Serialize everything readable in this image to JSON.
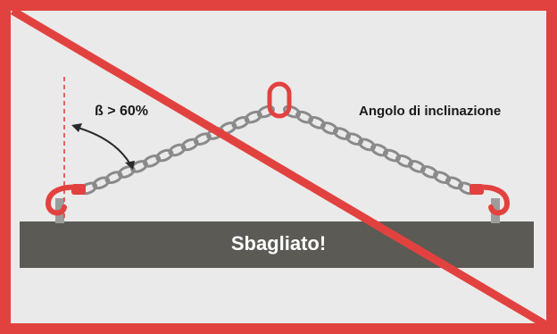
{
  "colors": {
    "frame": "#e2423f",
    "background": "#ebeaea",
    "beam": "#5c5a55",
    "chain": "#8a8a8a",
    "hook": "#e2423f",
    "ring": "#e2423f"
  },
  "angle_label": "ß > 60%",
  "inclination_label": "Angolo di inclinazione",
  "beam_label": "Sbagliato!"
}
